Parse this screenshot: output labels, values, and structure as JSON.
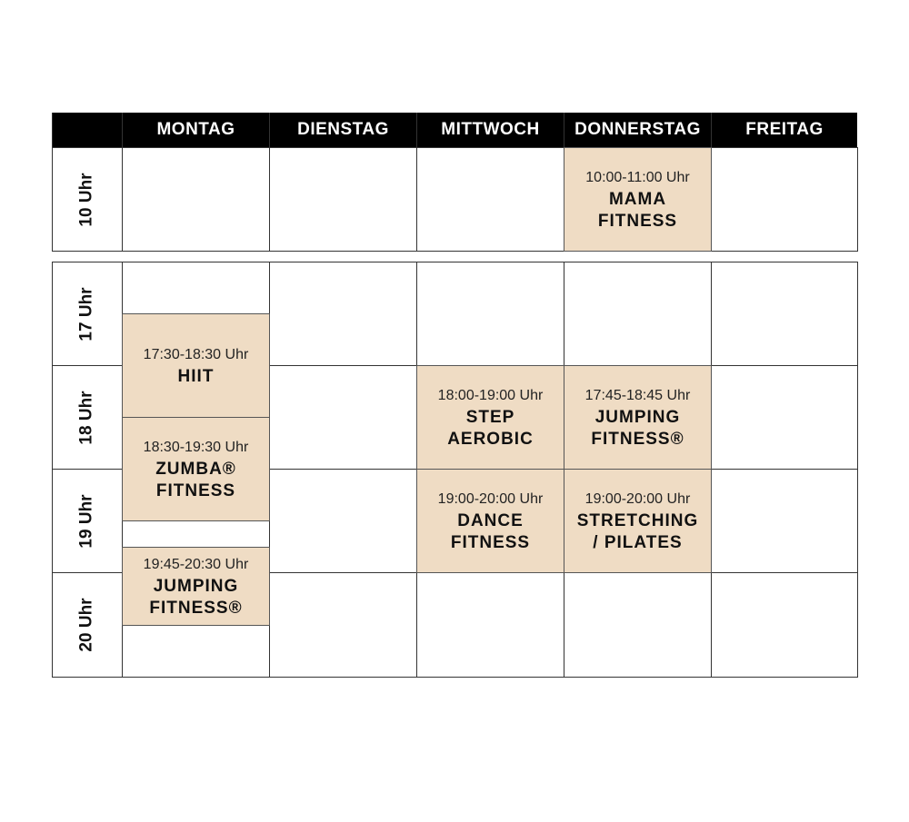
{
  "days": [
    "MONTAG",
    "DIENSTAG",
    "MITTWOCH",
    "DONNERSTAG",
    "FREITAG"
  ],
  "hours": [
    "10 Uhr",
    "17 Uhr",
    "18 Uhr",
    "19 Uhr",
    "20 Uhr"
  ],
  "classes": [
    {
      "day": "DONNERSTAG",
      "time": "10:00-11:00 Uhr",
      "name1": "MAMA",
      "name2": "FITNESS"
    },
    {
      "day": "MONTAG",
      "time": "17:30-18:30 Uhr",
      "name1": "HIIT",
      "name2": ""
    },
    {
      "day": "MONTAG",
      "time": "18:30-19:30 Uhr",
      "name1": "ZUMBA®",
      "name2": "FITNESS"
    },
    {
      "day": "MONTAG",
      "time": "19:45-20:30 Uhr",
      "name1": "JUMPING",
      "name2": "FITNESS®"
    },
    {
      "day": "MITTWOCH",
      "time": "18:00-19:00 Uhr",
      "name1": "STEP",
      "name2": "AEROBIC"
    },
    {
      "day": "MITTWOCH",
      "time": "19:00-20:00 Uhr",
      "name1": "DANCE",
      "name2": "FITNESS"
    },
    {
      "day": "DONNERSTAG",
      "time": "17:45-18:45 Uhr",
      "name1": "JUMPING",
      "name2": "FITNESS®"
    },
    {
      "day": "DONNERSTAG",
      "time": "19:00-20:00 Uhr",
      "name1": "STRETCHING",
      "name2": "/ PILATES"
    }
  ],
  "colors": {
    "class_bg": "#efdcc4",
    "header_bg": "#000000"
  }
}
